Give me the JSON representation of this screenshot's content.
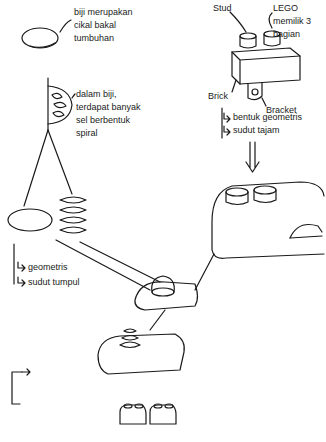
{
  "diagram": {
    "labels": [
      "biji merupakan cikal bakal tumbuhan",
      "dalam biji, terdapat banyak sel berbentuk spiral",
      "geometris",
      "sudut tumpul",
      "Stud",
      "LEGO memilik 3 bagian",
      "Brick",
      "Bracket",
      "bentuk geometris",
      "sudut tajam"
    ]
  }
}
